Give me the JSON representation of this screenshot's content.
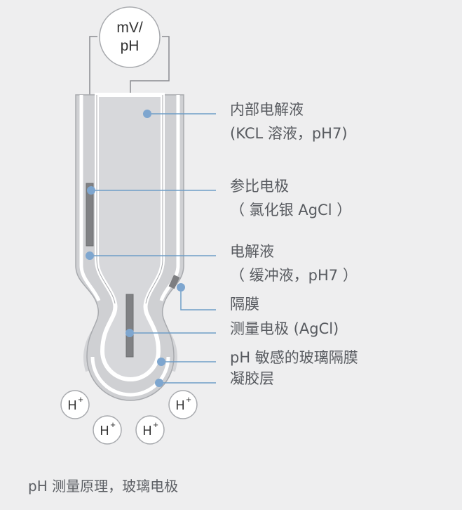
{
  "meter": {
    "line1": "mV/",
    "line2": "pH"
  },
  "labels": {
    "internal_electrolyte": {
      "line1": "内部电解液",
      "line2": "(KCL 溶液，pH7)"
    },
    "reference_electrode": {
      "line1": "参比电极",
      "line2": "（ 氯化银 AgCl ）"
    },
    "electrolyte": {
      "line1": "电解液",
      "line2": "（ 缓冲液，pH7 ）"
    },
    "diaphragm": "隔膜",
    "measuring_electrode": "测量电极 (AgCl)",
    "glass_membrane": "pH 敏感的玻璃隔膜",
    "gel_layer": "凝胶层"
  },
  "ions": [
    {
      "symbol": "H",
      "charge": "+"
    },
    {
      "symbol": "H",
      "charge": "+"
    },
    {
      "symbol": "H",
      "charge": "+"
    },
    {
      "symbol": "H",
      "charge": "+"
    }
  ],
  "caption": "pH 测量原理，玻璃电极",
  "colors": {
    "background": "#eeeeef",
    "tube_fill": "#cfd0d3",
    "glass": "#ffffff",
    "outline": "#a8aaae",
    "leader": "#6f9dc7",
    "dot": "#7ea6cf",
    "electrode": "#808184"
  }
}
